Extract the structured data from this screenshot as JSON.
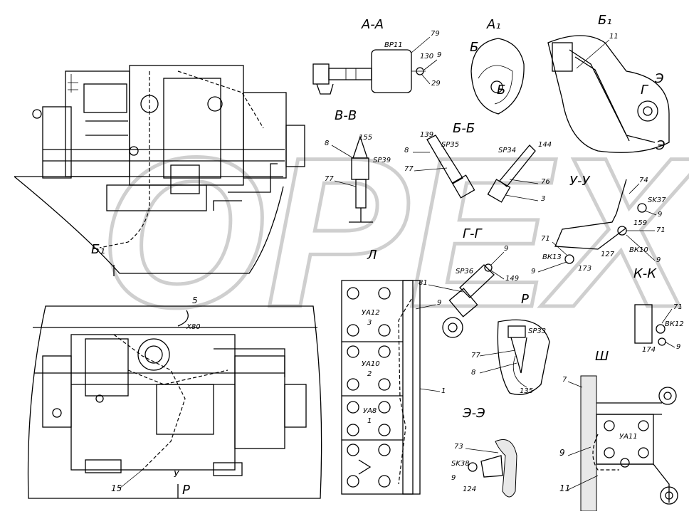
{
  "watermark": "OPEX",
  "sections": {
    "aa": "А-А",
    "a1": "А₁",
    "b1_top": "Б₁",
    "vv": "В-В",
    "bb": "Б-Б",
    "uu": "У-У",
    "b1_main": "Б₁",
    "gg": "Г-Г",
    "l": "Л",
    "r": "Р",
    "kk": "К-К",
    "sh": "Ш",
    "ee": "Э-Э",
    "r_bottom": "Р"
  },
  "view_arrows": {
    "b": "Б",
    "b2": "Б",
    "g": "Г",
    "e": "Э",
    "e2": "Э"
  },
  "callouts": {
    "c79": "79",
    "bp11": "ВР11",
    "c130": "130",
    "c9_aa": "9",
    "c29": "29",
    "c11_b1": "11",
    "c8_vv": "8",
    "c155": "155",
    "sp39": "SP39",
    "c77_vv": "77",
    "c139": "139",
    "sp35": "SP35",
    "c8_bb": "8",
    "c77_bb": "77",
    "sp34": "SP34",
    "c144": "144",
    "c76": "76",
    "c3": "3",
    "c74": "74",
    "sk37": "SK37",
    "c9_uu1": "9",
    "c159": "159",
    "c71_uu": "71",
    "c127": "127",
    "bk10": "ВК10",
    "c9_uu2": "9",
    "c71_uu2": "71",
    "bk13": "ВК13",
    "c9_uu3": "9",
    "c173": "173",
    "c9_gg": "9",
    "sp36": "SP36",
    "c149": "149",
    "c81": "81",
    "c9_l": "9",
    "ya12": "УА12",
    "n3": "3",
    "ya10": "УА10",
    "n2": "2",
    "ya8": "УА8",
    "n1": "1",
    "c1": "1",
    "sp33": "SP33",
    "c77_r": "77",
    "c8_r": "8",
    "c135": "135",
    "c71_kk": "71",
    "bk12": "ВК12",
    "c174": "174",
    "c9_kk": "9",
    "c7": "7",
    "ya11": "УА11",
    "c9_sh": "9",
    "c11_sh": "11",
    "c73": "73",
    "sk38": "SK38",
    "c9_ee": "9",
    "c124": "124",
    "c5": "5",
    "x80": "Х80",
    "c15": "15",
    "y_lbl": "У"
  }
}
